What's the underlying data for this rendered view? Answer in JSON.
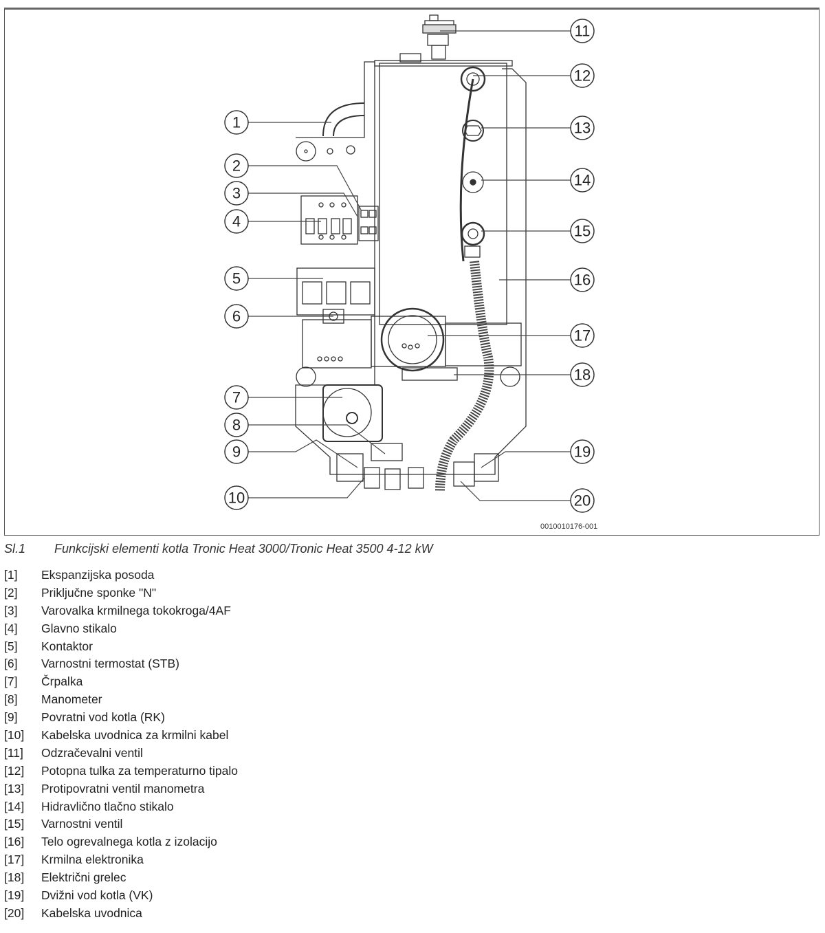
{
  "figure": {
    "code": "0010010176-001",
    "caption_number": "Sl.1",
    "caption_text": "Funkcijski elementi kotla Tronic Heat 3000/Tronic Heat 3500 4-12 kW",
    "callouts": [
      "1",
      "2",
      "3",
      "4",
      "5",
      "6",
      "7",
      "8",
      "9",
      "10",
      "11",
      "12",
      "13",
      "14",
      "15",
      "16",
      "17",
      "18",
      "19",
      "20"
    ]
  },
  "legend": [
    {
      "index": "[1]",
      "label": "Ekspanzijska posoda"
    },
    {
      "index": "[2]",
      "label": "Priključne sponke \"N\""
    },
    {
      "index": "[3]",
      "label": "Varovalka krmilnega tokokroga/4AF"
    },
    {
      "index": "[4]",
      "label": "Glavno stikalo"
    },
    {
      "index": "[5]",
      "label": "Kontaktor"
    },
    {
      "index": "[6]",
      "label": "Varnostni termostat (STB)"
    },
    {
      "index": "[7]",
      "label": "Črpalka"
    },
    {
      "index": "[8]",
      "label": "Manometer"
    },
    {
      "index": "[9]",
      "label": "Povratni vod kotla (RK)"
    },
    {
      "index": "[10]",
      "label": "Kabelska uvodnica za krmilni kabel"
    },
    {
      "index": "[11]",
      "label": "Odzračevalni ventil"
    },
    {
      "index": "[12]",
      "label": "Potopna tulka za temperaturno tipalo"
    },
    {
      "index": "[13]",
      "label": "Protipovratni ventil manometra"
    },
    {
      "index": "[14]",
      "label": "Hidravlično tlačno stikalo"
    },
    {
      "index": "[15]",
      "label": "Varnostni ventil"
    },
    {
      "index": "[16]",
      "label": "Telo ogrevalnega kotla z izolacijo"
    },
    {
      "index": "[17]",
      "label": "Krmilna elektronika"
    },
    {
      "index": "[18]",
      "label": "Električni grelec"
    },
    {
      "index": "[19]",
      "label": "Dvižni vod kotla (VK)"
    },
    {
      "index": "[20]",
      "label": "Kabelska uvodnica"
    }
  ]
}
